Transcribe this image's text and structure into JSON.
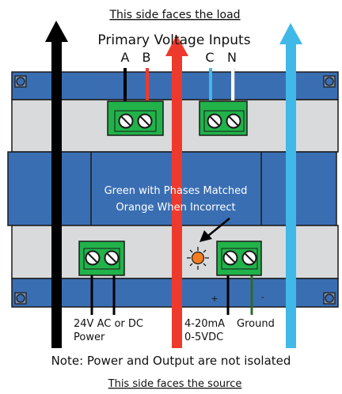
{
  "header": {
    "load_side": "This side faces the load",
    "inputs_title": "Primary Voltage Inputs"
  },
  "terminals_top": {
    "a": "A",
    "b": "B",
    "c": "C",
    "n": "N"
  },
  "indicator": {
    "line1": "Green with Phases Matched",
    "line2": "Orange When Incorrect"
  },
  "terminals_bottom": {
    "plus": "+",
    "minus": "-",
    "power_line1": "24V AC or DC",
    "power_line2": "Power",
    "output_line1": "4-20mA",
    "output_line2": "0-5VDC",
    "ground": "Ground"
  },
  "footer": {
    "note": "Note: Power and Output are not isolated",
    "source_side": "This side faces the source"
  },
  "colors": {
    "module_blue": "#3a6eb3",
    "panel_gray": "#d9dadc",
    "terminal_green": "#21b34a",
    "phase_a": "#000000",
    "phase_b": "#ee3a2c",
    "phase_c": "#40b8e8",
    "led_orange": "#f47d20",
    "ground_wire": "#2d6a2d"
  }
}
